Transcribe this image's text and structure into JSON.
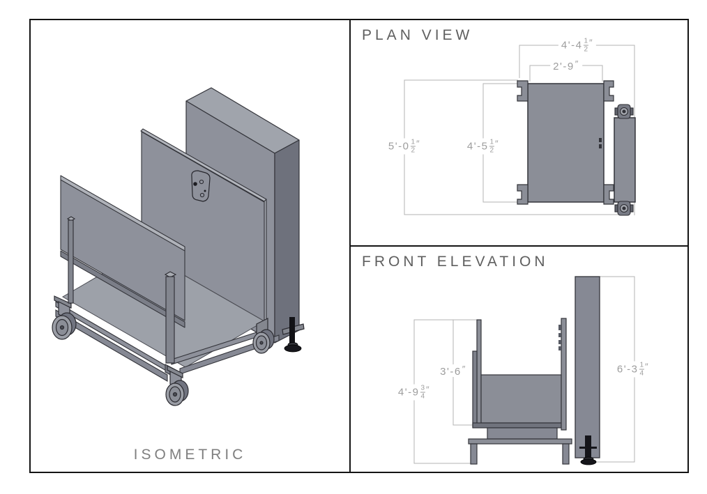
{
  "sheet": {
    "background": "#ffffff",
    "frame_color": "#141414",
    "dim_line_color": "#b3b3b3",
    "dim_text_color": "#9d9d9d",
    "title_color": "#5f5f5f",
    "metal_gray": "#8e919b",
    "metal_light": "#a0a4ac",
    "metal_dark": "#6e717c"
  },
  "views": {
    "isometric": {
      "label": "ISOMETRIC"
    },
    "plan": {
      "title": "PLAN VIEW",
      "dims": [
        {
          "name": "overall-width",
          "prefix": "4'-4",
          "num": "1",
          "den": "2",
          "unit": "″"
        },
        {
          "name": "body-width",
          "prefix": "2'-9",
          "num": "",
          "den": "",
          "unit": "″"
        },
        {
          "name": "overall-depth",
          "prefix": "5'-0",
          "num": "1",
          "den": "2",
          "unit": "″"
        },
        {
          "name": "body-depth",
          "prefix": "4'-5",
          "num": "1",
          "den": "2",
          "unit": "″"
        }
      ]
    },
    "front": {
      "title": "FRONT ELEVATION",
      "dims": [
        {
          "name": "bin-height",
          "prefix": "3'-6",
          "num": "",
          "den": "",
          "unit": "″"
        },
        {
          "name": "cart-height",
          "prefix": "4'-9",
          "num": "3",
          "den": "4",
          "unit": "″"
        },
        {
          "name": "panel-height",
          "prefix": "6'-3",
          "num": "1",
          "den": "4",
          "unit": "″"
        }
      ]
    }
  }
}
